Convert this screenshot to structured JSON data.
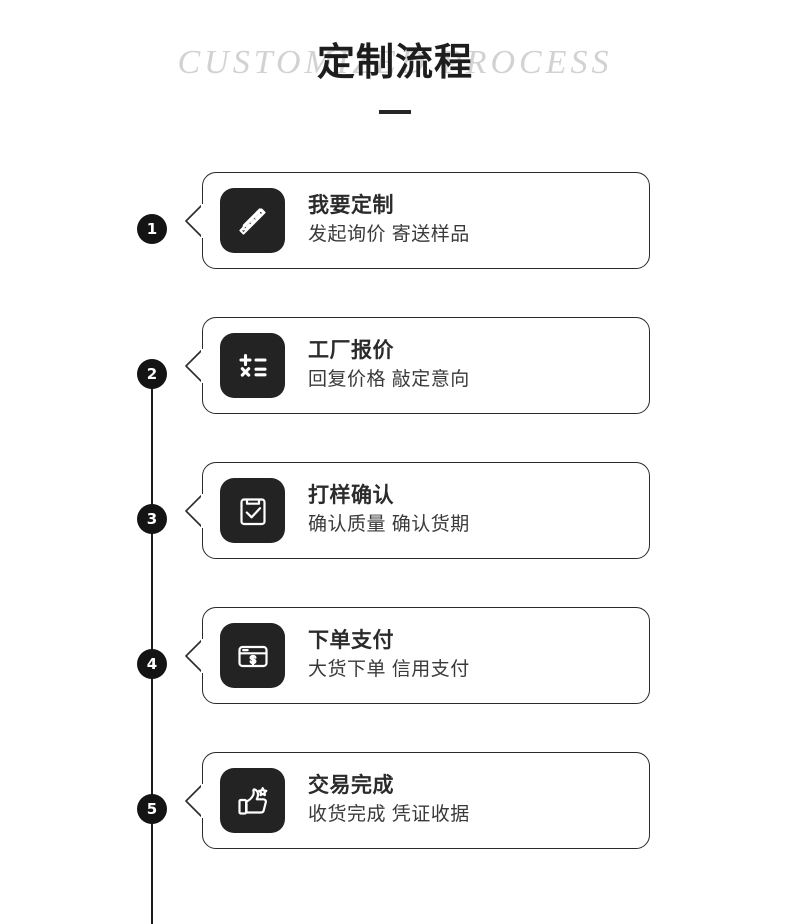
{
  "header": {
    "title_main": "定制流程",
    "title_bg": "CUSTOMIZED PROCESS",
    "divider": "title-rule"
  },
  "theme": {
    "background": "#ffffff",
    "ink": "#1d1d1d",
    "icon_tile": "#232323",
    "ghost_text": "#d2d2d2",
    "marker_fill": "#141414",
    "marker_text": "#ffffff"
  },
  "steps": [
    {
      "number": "1",
      "icon": "ruler-pencil-icon",
      "title": "我要定制",
      "subtitle": "发起询价 寄送样品"
    },
    {
      "number": "2",
      "icon": "calculator-math-icon",
      "title": "工厂报价",
      "subtitle": "回复价格 敲定意向"
    },
    {
      "number": "3",
      "icon": "clipboard-check-icon",
      "title": "打样确认",
      "subtitle": "确认质量 确认货期"
    },
    {
      "number": "4",
      "icon": "card-dollar-icon",
      "title": "下单支付",
      "subtitle": "大货下单 信用支付"
    },
    {
      "number": "5",
      "icon": "thumbs-up-star-icon",
      "title": "交易完成",
      "subtitle": "收货完成 凭证收据"
    }
  ]
}
